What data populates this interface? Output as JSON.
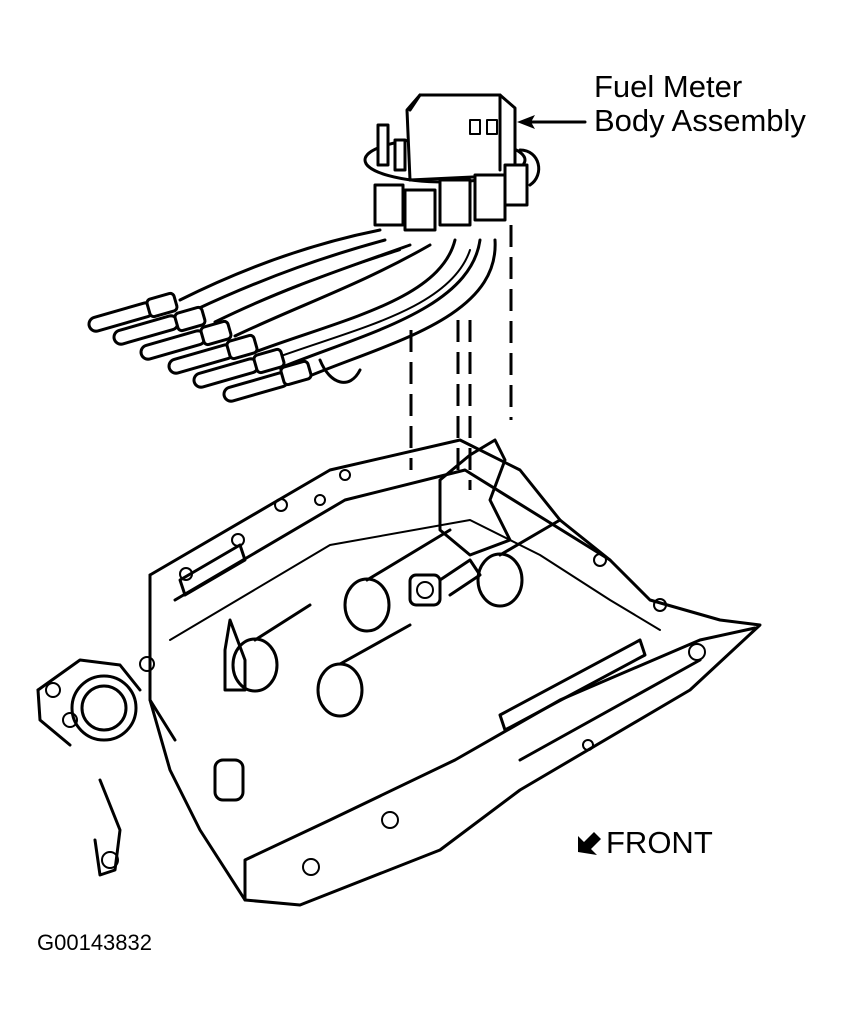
{
  "diagram": {
    "callout": {
      "line1": "Fuel Meter",
      "line2": "Body Assembly",
      "target": "fuel-meter-body-assembly"
    },
    "direction_indicator": {
      "label": "FRONT",
      "icon": "arrow-down-left-icon"
    },
    "figure_id": "G00143832",
    "components": [
      "fuel-meter-body-assembly",
      "fuel-injector-lines",
      "intake-manifold",
      "alignment-guide-lines"
    ],
    "colors": {
      "line": "#000000",
      "background": "#ffffff"
    }
  }
}
